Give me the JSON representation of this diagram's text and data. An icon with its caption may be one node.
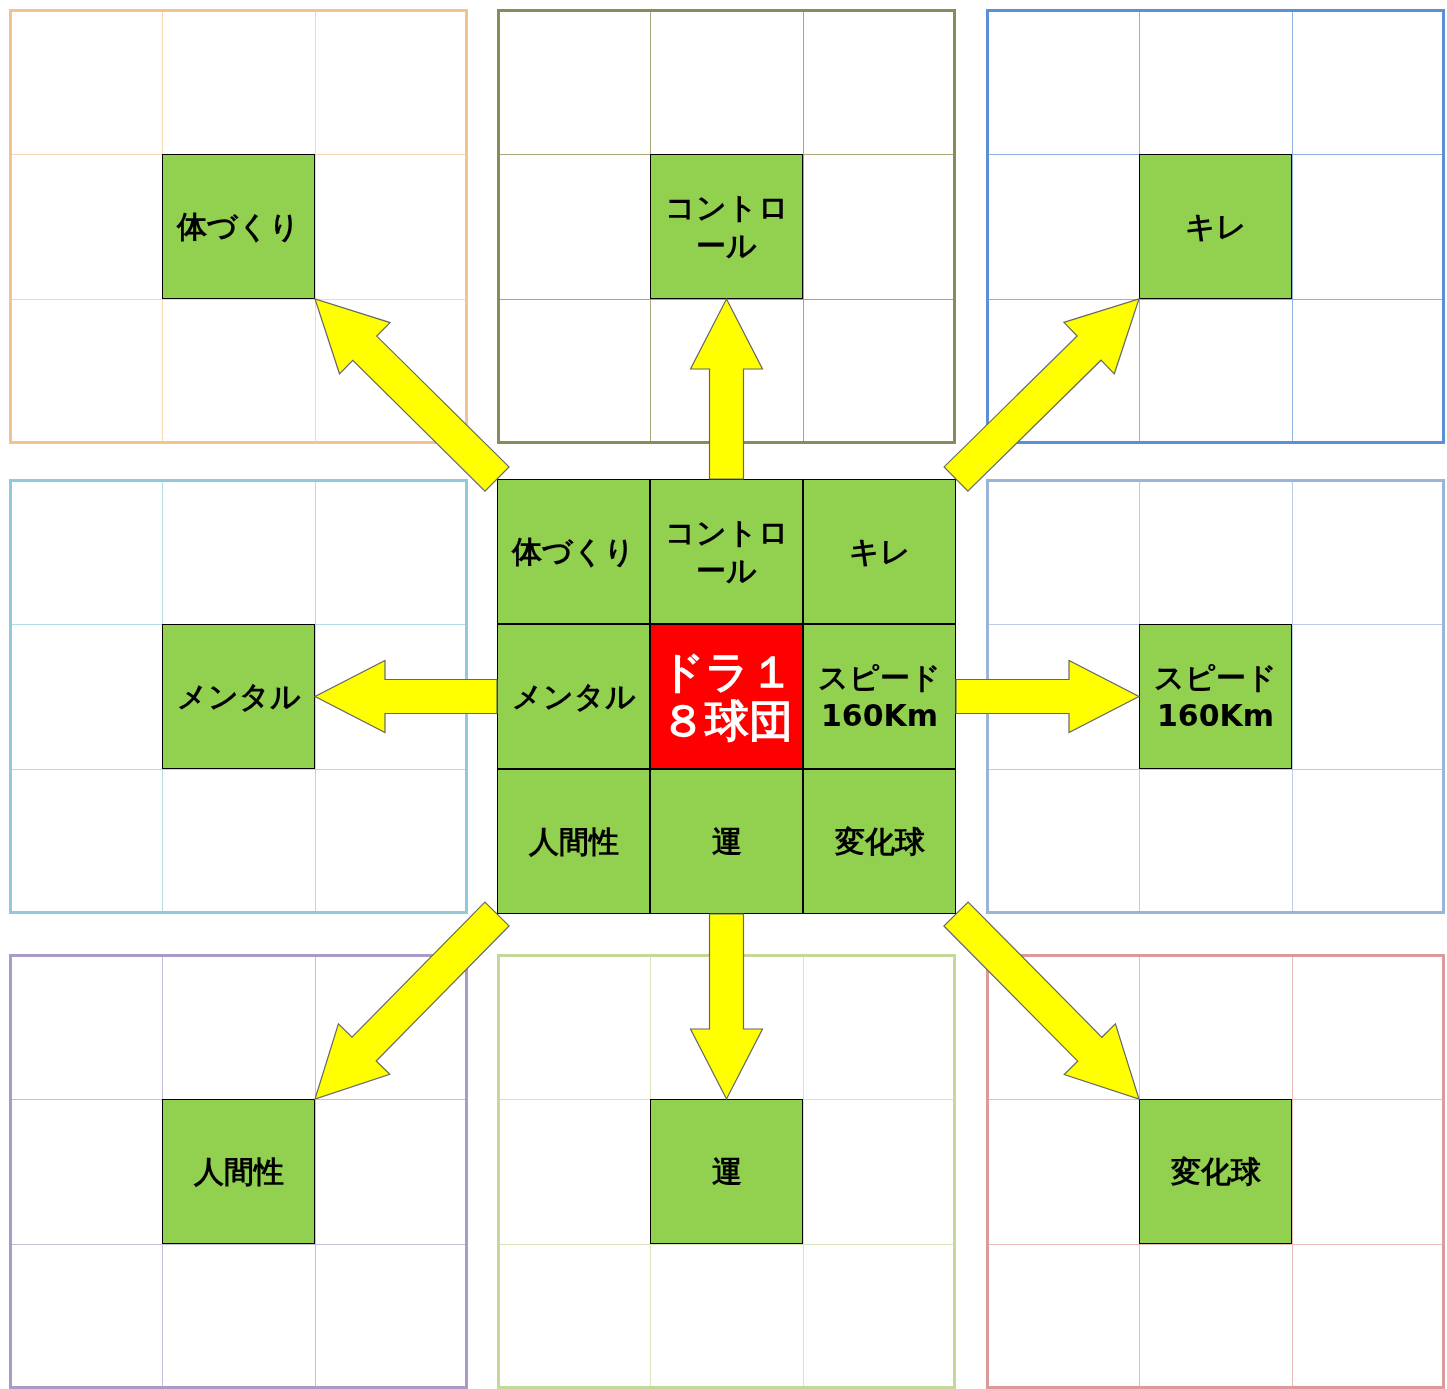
{
  "diagram": {
    "nodes": [
      {
        "text": [],
        "shape": "box"
      },
      {
        "text": [
          "体づくり"
        ],
        "in": 0
      },
      {
        "text": [],
        "shape": "box"
      },
      {
        "text": [
          "コントロール"
        ],
        "in": 2
      },
      {
        "text": [],
        "shape": "box"
      },
      {
        "text": [
          "キレ"
        ],
        "in": 4
      },
      {
        "text": [],
        "shape": "box"
      },
      {
        "text": [
          "メンタル"
        ],
        "in": 6
      },
      {
        "text": [],
        "shape": "box"
      },
      {
        "text": [
          "体づくり"
        ],
        "in": 8
      },
      {
        "text": [
          "コントロール"
        ],
        "in": 8
      },
      {
        "text": [
          "キレ"
        ],
        "in": 8
      },
      {
        "text": [
          "メンタル"
        ],
        "in": 8
      },
      {
        "text": [
          "ドラ１８球団"
        ],
        "in": 8
      },
      {
        "text": [
          "スピード160Km"
        ],
        "in": 8
      },
      {
        "text": [
          "人間性"
        ],
        "in": 8
      },
      {
        "text": [
          "運"
        ],
        "in": 8
      },
      {
        "text": [
          "変化球"
        ],
        "in": 8
      },
      {
        "text": [],
        "shape": "box"
      },
      {
        "text": [
          "スピード160Km"
        ],
        "in": 18
      },
      {
        "text": [],
        "shape": "box"
      },
      {
        "text": [
          "人間性"
        ],
        "in": 20
      },
      {
        "text": [],
        "shape": "box"
      },
      {
        "text": [
          "運"
        ],
        "in": 22
      },
      {
        "text": [],
        "shape": "box"
      },
      {
        "text": [
          "変化球"
        ],
        "in": 24
      }
    ],
    "edges": [
      {
        "from": 9,
        "to": 1,
        "arrow": "to",
        "style": "thick"
      },
      {
        "from": 10,
        "to": 3,
        "arrow": "to",
        "style": "thick"
      },
      {
        "from": 11,
        "to": 5,
        "arrow": "to",
        "style": "thick"
      },
      {
        "from": 12,
        "to": 7,
        "arrow": "to",
        "style": "thick"
      },
      {
        "from": 14,
        "to": 19,
        "arrow": "to",
        "style": "thick"
      },
      {
        "from": 15,
        "to": 21,
        "arrow": "to",
        "style": "thick"
      },
      {
        "from": 16,
        "to": 23,
        "arrow": "to",
        "style": "thick"
      },
      {
        "from": 17,
        "to": 25,
        "arrow": "to",
        "style": "thick"
      }
    ]
  }
}
